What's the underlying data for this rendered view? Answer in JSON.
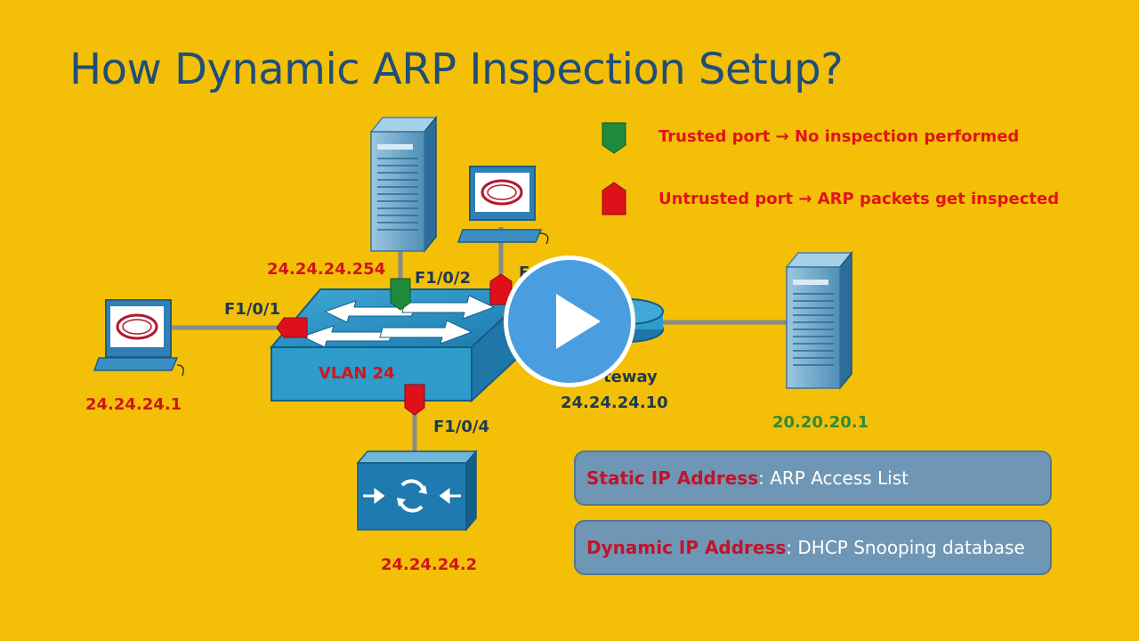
{
  "slide": {
    "title": "How Dynamic ARP Inspection Setup?"
  },
  "legend": [
    {
      "color": "#1E8A3C",
      "text": "Trusted port → No inspection performed"
    },
    {
      "color": "#E0101A",
      "text": "Untrusted port → ARP packets get inspected"
    }
  ],
  "labels": {
    "server_ip": "24.24.24.254",
    "port_f102": "F1/0/2",
    "port_f103_partial": "F",
    "port_f101": "F1/0/1",
    "host_left_ip": "24.24.24.1",
    "vlan": "VLAN 24",
    "port_f104": "F1/0/4",
    "switch2_ip": "24.24.24.2",
    "gateway_partial": "teway",
    "gateway_ip": "24.24.24.10",
    "remote_ip": "20.20.20.1"
  },
  "info_boxes": [
    {
      "key": "Static IP Address",
      "value": ": ARP Access List"
    },
    {
      "key": "Dynamic IP Address",
      "value": ": DHCP Snooping database"
    }
  ],
  "colors": {
    "background": "#F3C007",
    "title": "#1F4E79",
    "label_red": "#D0141C",
    "remote_green": "#2E8B3A",
    "box_fill": "#6F97B5",
    "play_button": "#4A9EE0"
  }
}
